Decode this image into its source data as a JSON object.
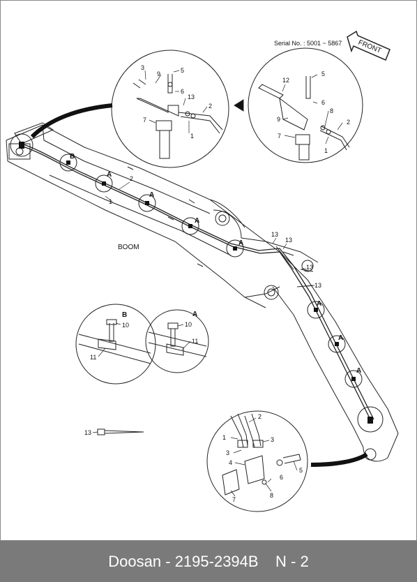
{
  "diagram": {
    "serial": "Serial No. : 5001 ~ 5867",
    "front": "FRONT",
    "boom": "BOOM",
    "details": {
      "A": "A",
      "B": "B"
    },
    "parts": {
      "p1": "1",
      "p2": "2",
      "p3": "3",
      "p4": "4",
      "p5": "5",
      "p6": "6",
      "p7": "7",
      "p8": "8",
      "p9": "9",
      "p10": "10",
      "p11": "11",
      "p12": "12",
      "p13": "13"
    }
  },
  "footer": {
    "brand": "Doosan",
    "separator": " - ",
    "part_number": "2195-2394B",
    "page": "N - 2"
  }
}
